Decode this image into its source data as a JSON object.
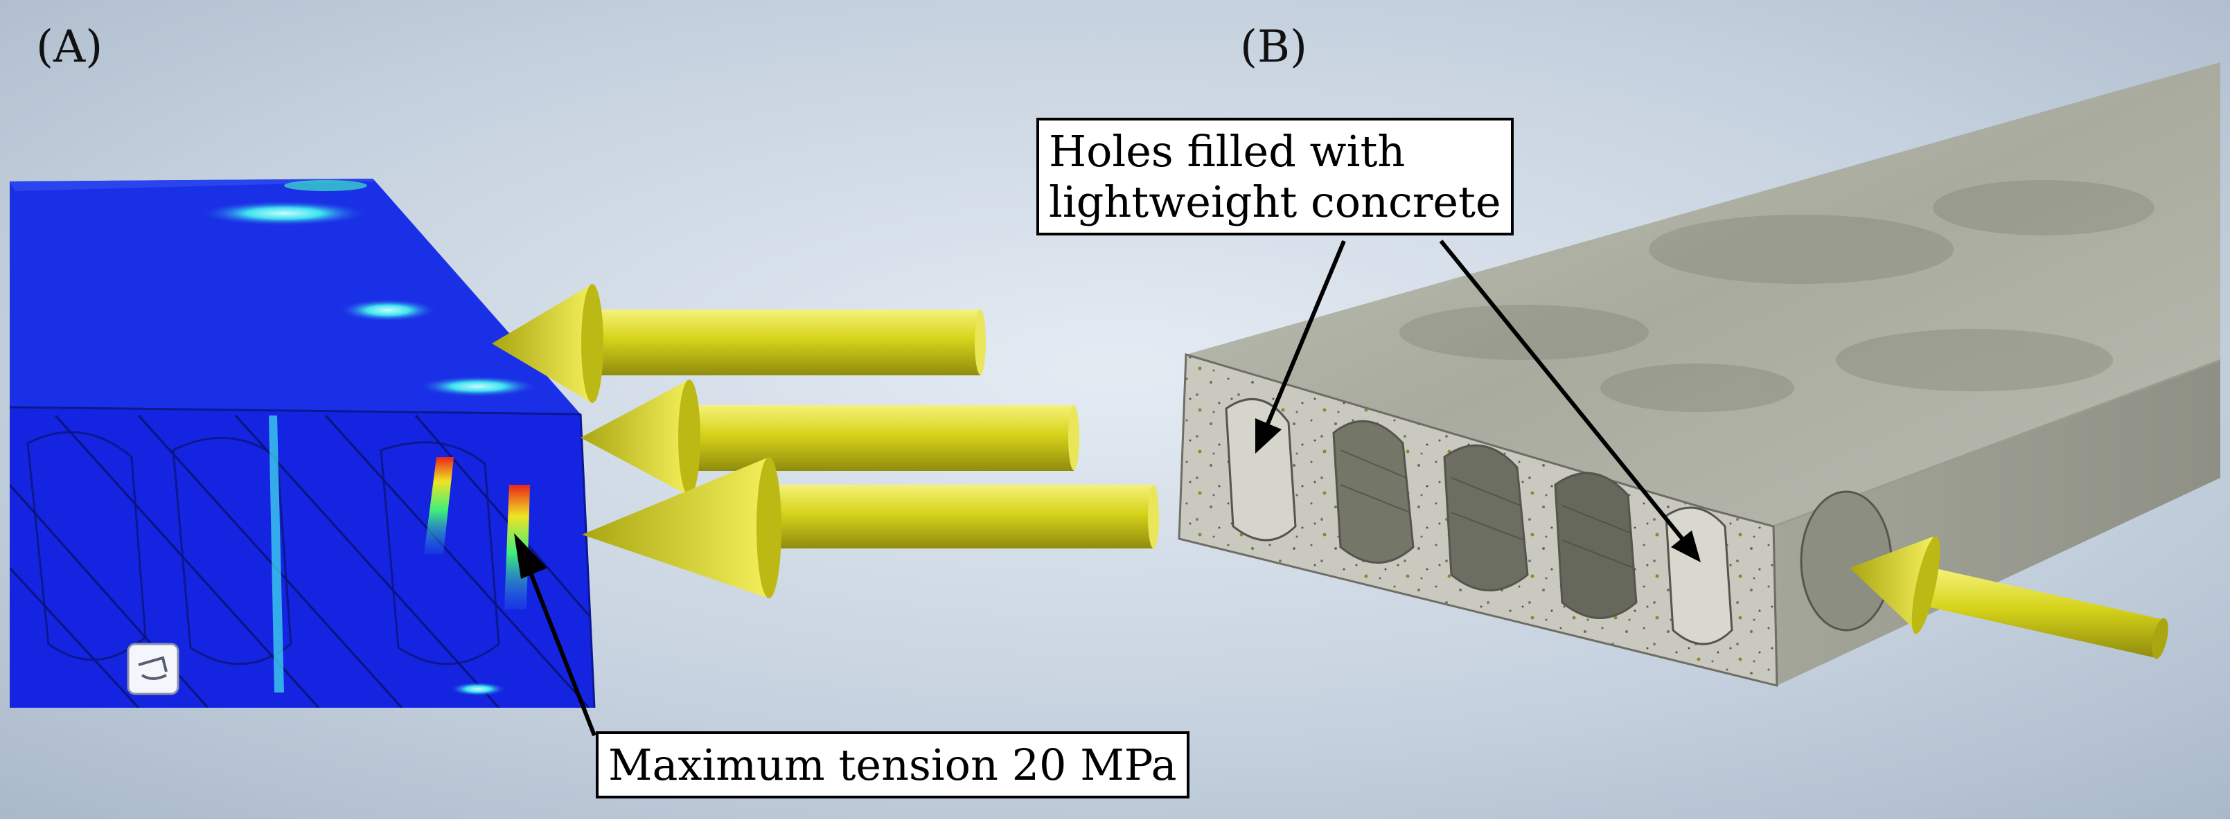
{
  "panels": {
    "a": {
      "label": "(A)"
    },
    "b": {
      "label": "(B)"
    }
  },
  "annotations": {
    "holes": {
      "line1": "Holes filled with",
      "line2": "lightweight concrete"
    },
    "tension": {
      "text": "Maximum tension 20 MPa"
    }
  },
  "colors": {
    "background": "#c3cfdc",
    "stress_blue": "#1226e6",
    "stress_cyan": "#38e0ee",
    "stress_red": "#e8251a",
    "arrow_yellow": "#d8d61a",
    "concrete_gray": "#b6b8ad"
  }
}
